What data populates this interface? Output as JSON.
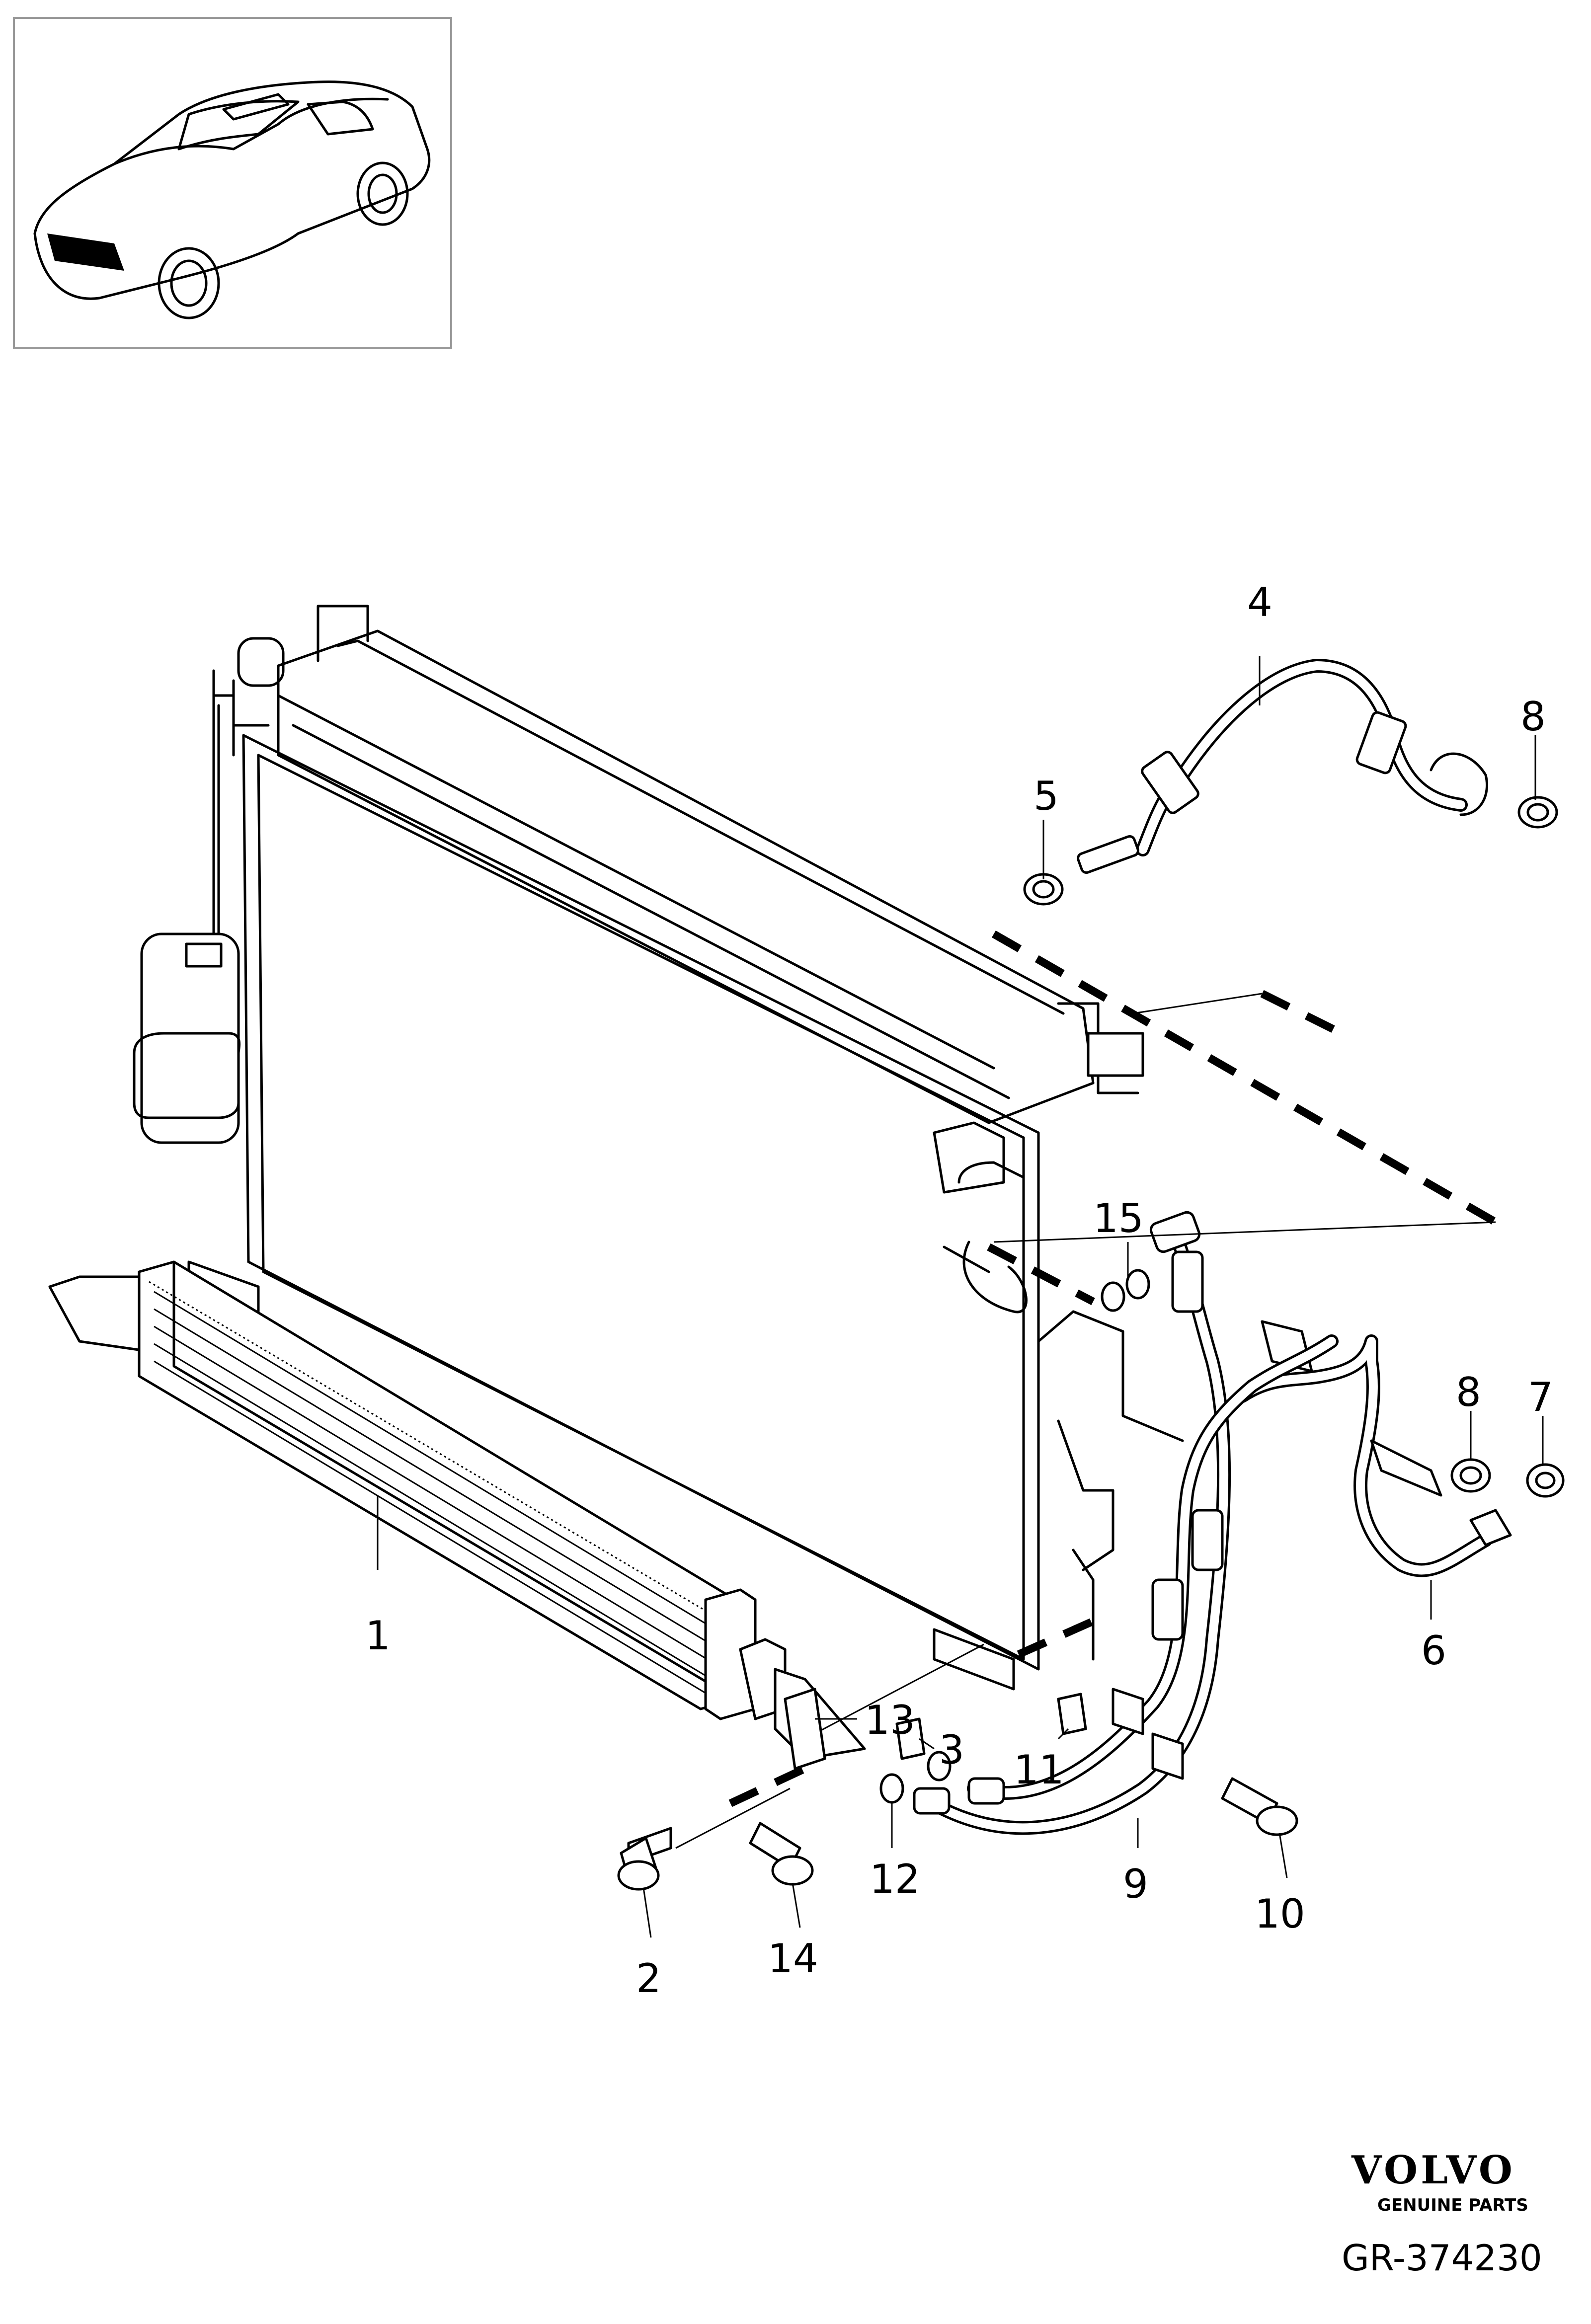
{
  "callouts": {
    "c1": "1",
    "c2": "2",
    "c3": "3",
    "c4": "4",
    "c5": "5",
    "c6": "6",
    "c7": "7",
    "c8a": "8",
    "c8b": "8",
    "c9": "9",
    "c10": "10",
    "c11": "11",
    "c12": "12",
    "c13": "13",
    "c14": "14",
    "c15": "15"
  },
  "footer": {
    "brand": "VOLVO",
    "subtitle": "GENUINE PARTS",
    "ref": "GR-374230"
  }
}
